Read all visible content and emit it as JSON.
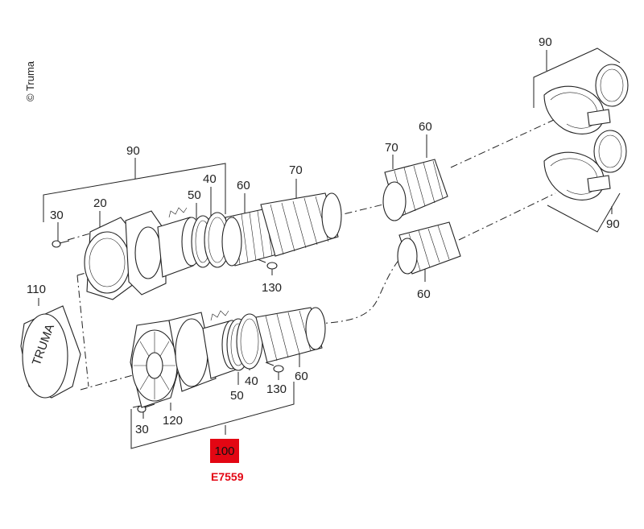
{
  "copyright": "© Truma",
  "assembly_number": "100",
  "drawing_code": "E7559",
  "colors": {
    "accent": "#e30613",
    "ink": "#222222"
  },
  "callouts": {
    "c90_left": "90",
    "c90_top_right": "90",
    "c90_bottom_right": "90",
    "c70_top": "70",
    "c70_right": "70",
    "c60_top": "60",
    "c60_right_top": "60",
    "c60_right_bottom": "60",
    "c60_lower": "60",
    "c40_top": "40",
    "c40_lower": "40",
    "c50_top": "50",
    "c50_lower": "50",
    "c30_top": "30",
    "c30_lower": "30",
    "c20": "20",
    "c110": "110",
    "c120": "120",
    "c130_top": "130",
    "c130_lower": "130"
  }
}
